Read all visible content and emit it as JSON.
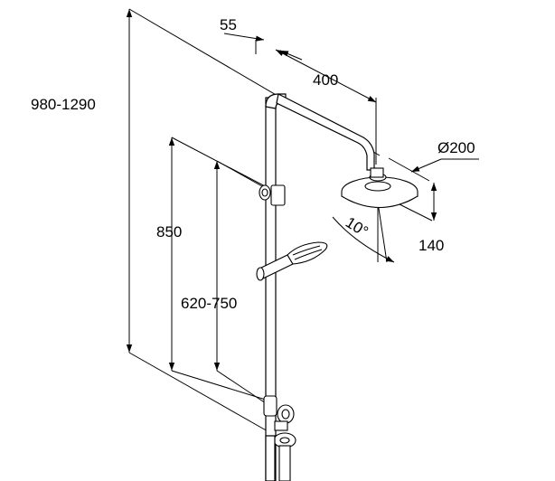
{
  "dimensions": {
    "total_height": "980-1290",
    "rail_offset": "55",
    "arm_projection": "400",
    "head_diameter": "Ø200",
    "head_drop": "140",
    "tilt_angle": "10°",
    "holder_height": "850",
    "slider_range": "620-750"
  }
}
